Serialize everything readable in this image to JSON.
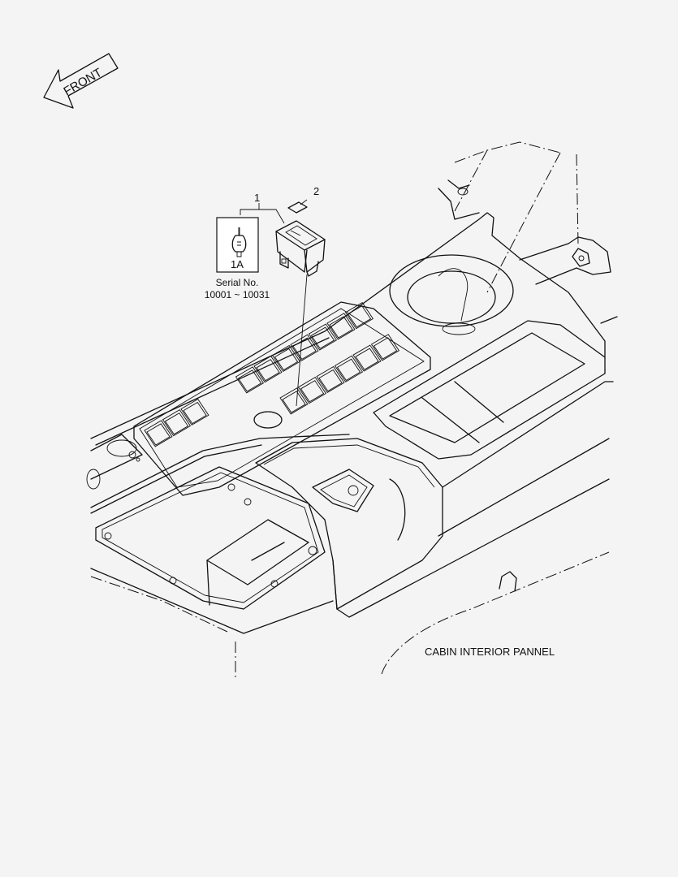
{
  "front_label": "FRONT",
  "callouts": [
    {
      "id": "callout-1",
      "number": "1"
    },
    {
      "id": "callout-2",
      "number": "2"
    }
  ],
  "bulb_label": "1A",
  "serial_title": "Serial No.",
  "serial_range": "10001 ~ 10031",
  "assembly_label": "CABIN INTERIOR PANNEL"
}
